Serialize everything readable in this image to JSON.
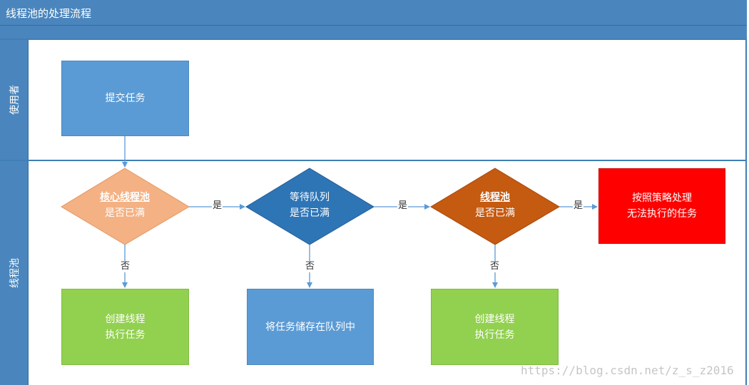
{
  "title": "线程池的处理流程",
  "lanes": {
    "user": "使用者",
    "pool": "线程池"
  },
  "nodes": {
    "submit": "提交任务",
    "core_check": {
      "highlight": "核心线程池",
      "line2": "是否已满"
    },
    "queue_check": {
      "line1": "等待队列",
      "line2": "是否已满"
    },
    "pool_check": {
      "highlight": "线程池",
      "line2": "是否已满"
    },
    "reject": {
      "line1": "按照策略处理",
      "line2": "无法执行的任务"
    },
    "create_1": {
      "line1": "创建线程",
      "line2": "执行任务"
    },
    "queue_store": "将任务储存在队列中",
    "create_2": {
      "line1": "创建线程",
      "line2": "执行任务"
    }
  },
  "edges": {
    "yes_1": "是",
    "yes_2": "是",
    "yes_3": "是",
    "no_1": "否",
    "no_2": "否",
    "no_3": "否"
  },
  "colors": {
    "header": "#4a86bd",
    "blue_box": "#5b9bd5",
    "core_diamond": "#f4b183",
    "queue_diamond": "#2e75b6",
    "pool_diamond": "#c55a11",
    "green_box": "#92d050",
    "red_box": "#ff0000",
    "connector": "#5b9bd5"
  },
  "watermark": "https://blog.csdn.net/z_s_z2016"
}
